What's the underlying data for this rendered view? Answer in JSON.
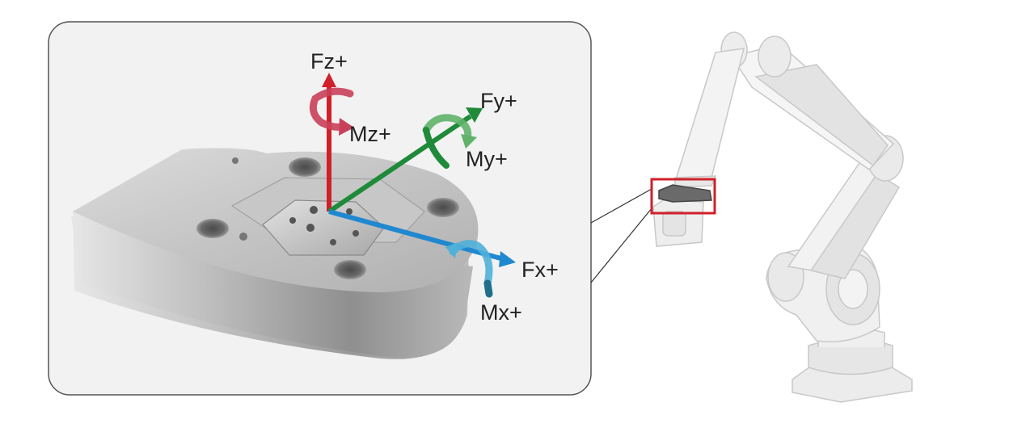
{
  "colors": {
    "fz_axis": "#d0202a",
    "mz_arrow": "#c9405a",
    "fy_axis": "#1f8a3a",
    "my_arrow": "#5fb36a",
    "fx_axis": "#1f88d0",
    "mx_arrow": "#4fb0d8",
    "callout_box": "#d0202a"
  },
  "icons": [
    "force-torque-sensor-image",
    "robot-arm-image"
  ],
  "axes": {
    "fz": "Fz+",
    "mz": "Mz+",
    "fy": "Fy+",
    "my": "My+",
    "fx": "Fx+",
    "mx": "Mx+"
  }
}
